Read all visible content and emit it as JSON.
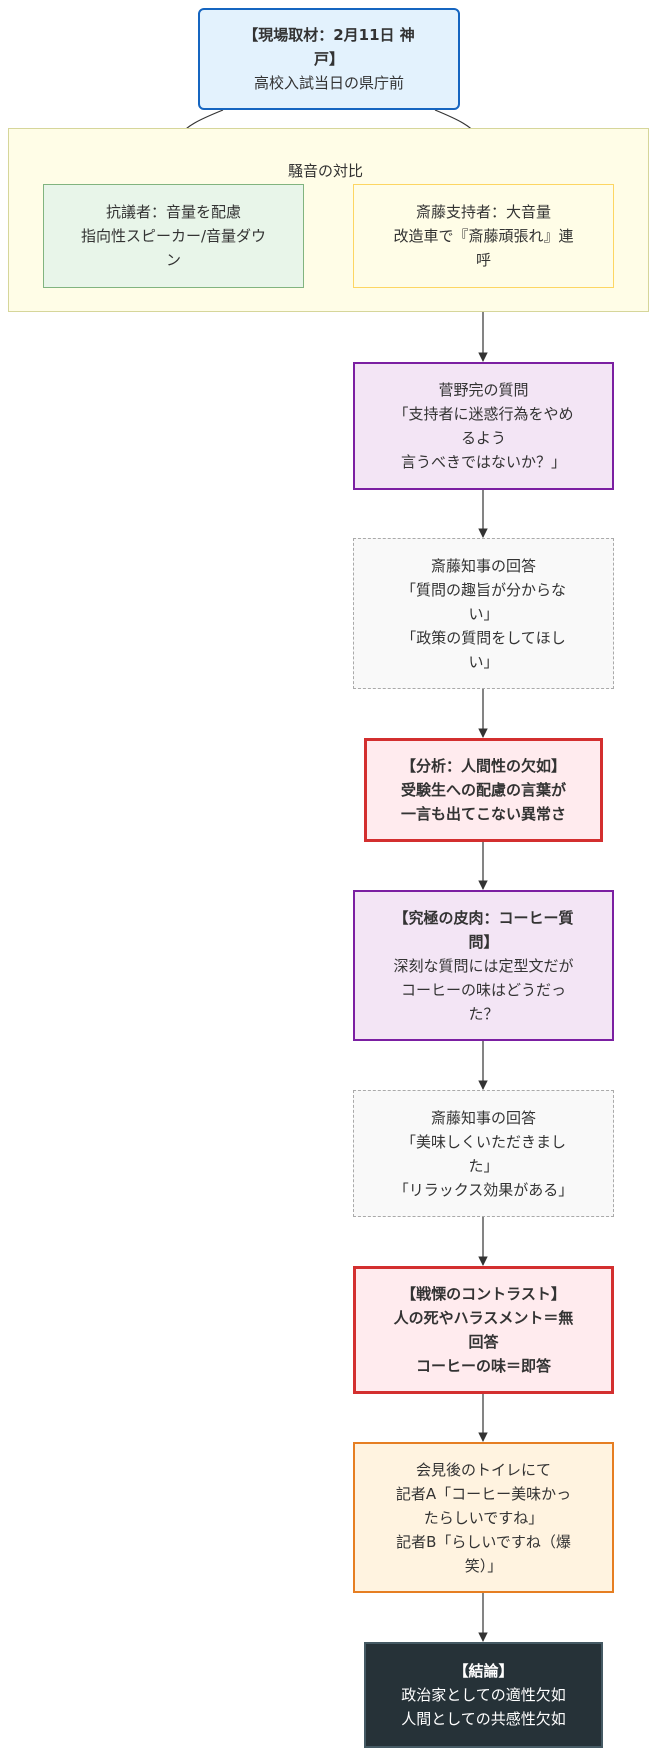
{
  "diagram": {
    "nodes": {
      "scene": {
        "title_lines": [
          "【現場取材：2月11日 神",
          "戸】"
        ],
        "body_lines": [
          "高校入試当日の県庁前"
        ]
      },
      "protesters": {
        "body_lines": [
          "抗議者：音量を配慮",
          "指向性スピーカー/音量ダウ",
          "ン"
        ]
      },
      "supporters": {
        "body_lines": [
          "斎藤支持者：大音量",
          "改造車で『斎藤頑張れ』連",
          "呼"
        ]
      },
      "kanno_question": {
        "body_lines": [
          "菅野完の質問",
          "「支持者に迷惑行為をやめ",
          "るよう",
          "言うべきではないか？」"
        ]
      },
      "answer1": {
        "body_lines": [
          "斎藤知事の回答",
          "「質問の趣旨が分からな",
          "い」",
          "「政策の質問をしてほし",
          "い」"
        ]
      },
      "analysis": {
        "title_lines": [
          "【分析：人間性の欠如】"
        ],
        "body_lines": [
          "受験生への配慮の言葉が",
          "一言も出てこない異常さ"
        ]
      },
      "coffee_question": {
        "title_lines": [
          "【究極の皮肉：コーヒー質",
          "問】"
        ],
        "body_lines": [
          "深刻な質問には定型文だが",
          "コーヒーの味はどうだっ",
          "た？"
        ]
      },
      "answer2": {
        "body_lines": [
          "斎藤知事の回答",
          "「美味しくいただきまし",
          "た」",
          "「リラックス効果がある」"
        ]
      },
      "contrast": {
        "title_lines": [
          "【戦慄のコントラスト】"
        ],
        "body_lines": [
          "人の死やハラスメント＝無",
          "回答",
          "コーヒーの味＝即答"
        ]
      },
      "toilet": {
        "body_lines": [
          "会見後のトイレにて",
          "記者A「コーヒー美味かっ",
          "たらしいですね」",
          "記者B「らしいですね（爆",
          "笑）」"
        ]
      },
      "conclusion": {
        "title_lines": [
          "【結論】"
        ],
        "body_lines": [
          "政治家としての適性欠如",
          "人間としての共感性欠如"
        ]
      }
    },
    "subgraph": {
      "title": "騒音の対比"
    },
    "colors": {
      "scene_bg": "#e3f2fd",
      "scene_border": "#1565c0",
      "subgraph_bg": "#fffde7",
      "subgraph_border": "#d6d69a",
      "protesters_bg": "#e8f5e9",
      "protesters_border": "#81b47f",
      "supporters_bg": "#fffde7",
      "supporters_border": "#fdd663",
      "question_bg": "#f3e5f5",
      "question_border": "#7b1fa2",
      "answer_bg": "#f9f9f9",
      "answer_border": "#aaaaaa",
      "alert_bg": "#ffebee",
      "alert_border": "#d32f2f",
      "toilet_bg": "#fff3e0",
      "toilet_border": "#e67e22",
      "conclusion_bg": "#263238",
      "conclusion_border": "#455a64",
      "edge": "#333333"
    }
  }
}
